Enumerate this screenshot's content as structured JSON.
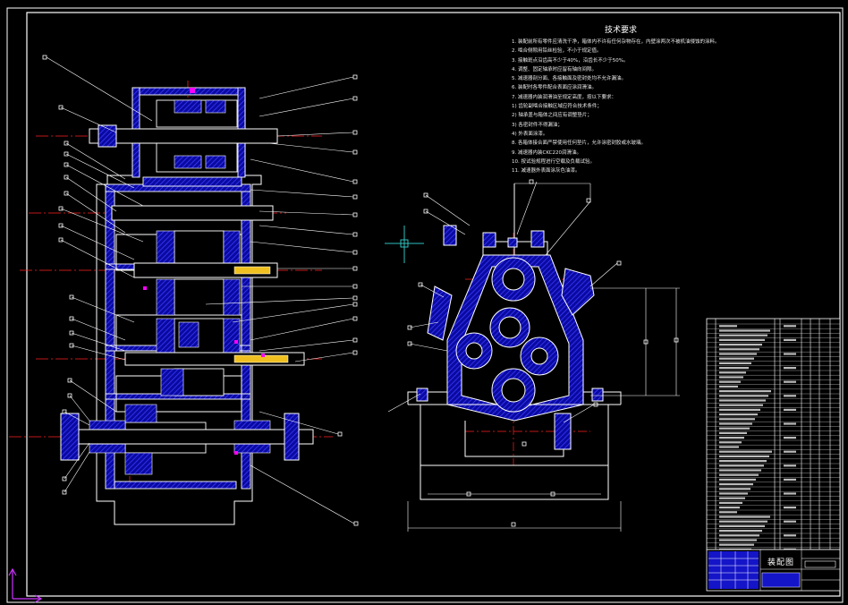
{
  "drawing": {
    "title_block": {
      "drawing_name": "装配图"
    },
    "technical_requirements": {
      "title": "技术要求",
      "items": [
        "1. 装配前所有零件应清洗干净，箱体内不许有任何杂物存在，内壁涂两次不被机油侵蚀的涂料。",
        "2. 啮合侧隙用铅丝检验，不小于规定值。",
        "3. 接触斑点沿齿高不少于40%，沿齿长不少于50%。",
        "4. 调整、固定轴承时应留有轴向间隙。",
        "5. 减速器剖分面、各接触面及密封处均不允许漏油。",
        "6. 装配时各零件配合表面应涂润滑油。",
        "7. 减速器内装润滑油至规定高度，按以下要求：",
        "   1) 齿轮副啮合接触区域应符合技术条件；",
        "   2) 轴承盖与箱体之间应有调整垫片；",
        "   3) 各密封件不得漏油；",
        "   4) 外表面涂漆。",
        "8. 各箱体接合面严禁使用任何垫片，允许涂密封胶或水玻璃。",
        "9. 减速器内装CKC220润滑油。",
        "10. 按试验规程进行空载及负载试验。",
        "11. 减速器外表面涂灰色油漆。"
      ]
    },
    "colors": {
      "background": "#000000",
      "outline": "#ffffff",
      "section": "#1c1cff",
      "centerline": "#ff2020",
      "accent": "#ff00ff",
      "ucs": "#cc33ff",
      "crosshair": "#30c0c0"
    }
  }
}
